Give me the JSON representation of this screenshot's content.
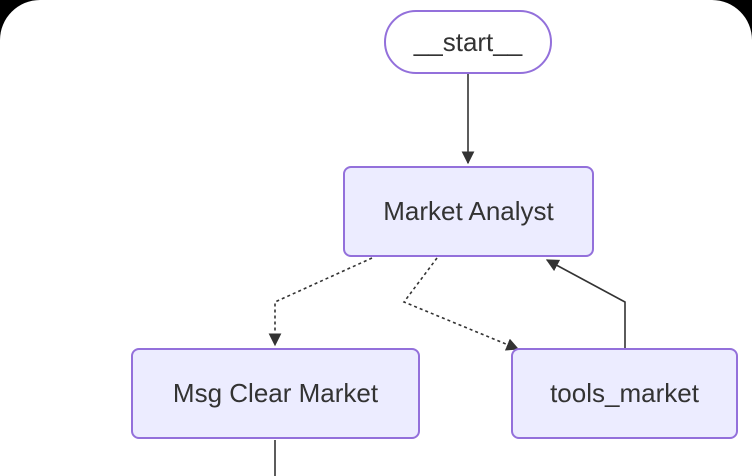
{
  "diagram": {
    "nodes": {
      "start": "__start__",
      "market_analyst": "Market Analyst",
      "msg_clear_market": "Msg Clear Market",
      "tools_market": "tools_market"
    },
    "edges": [
      {
        "from": "__start__",
        "to": "Market Analyst",
        "style": "solid"
      },
      {
        "from": "Market Analyst",
        "to": "Msg Clear Market",
        "style": "dashed"
      },
      {
        "from": "Market Analyst",
        "to": "tools_market",
        "style": "dashed"
      },
      {
        "from": "tools_market",
        "to": "Market Analyst",
        "style": "solid"
      },
      {
        "from": "Msg Clear Market",
        "to": "",
        "style": "solid"
      }
    ],
    "colors": {
      "node_fill": "#ECECFF",
      "node_border": "#9370DB",
      "edge": "#333333",
      "text": "#333333",
      "background": "#ffffff",
      "frame": "#000000"
    }
  }
}
